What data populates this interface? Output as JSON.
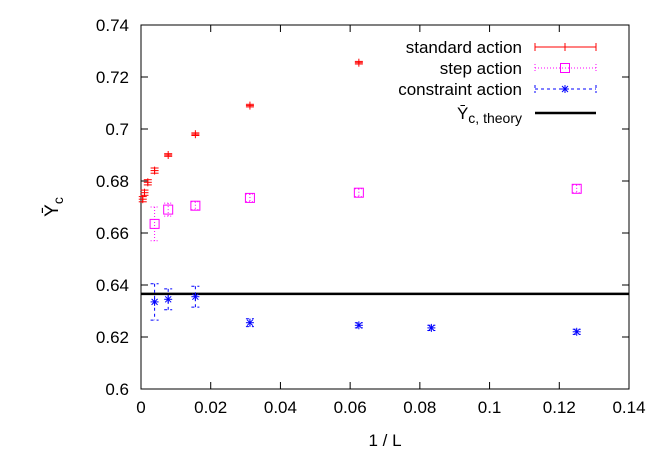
{
  "chart_data": {
    "type": "scatter",
    "xlabel": "1 / L",
    "ylabel": "Ῡc",
    "xlim": [
      0,
      0.14
    ],
    "ylim": [
      0.6,
      0.74
    ],
    "x_ticks": [
      "0",
      "0.02",
      "0.04",
      "0.06",
      "0.08",
      "0.1",
      "0.12",
      "0.14"
    ],
    "y_ticks": [
      "0.6",
      "0.62",
      "0.64",
      "0.66",
      "0.68",
      "0.7",
      "0.72",
      "0.74"
    ],
    "x_tick_values": [
      0,
      0.02,
      0.04,
      0.06,
      0.08,
      0.1,
      0.12,
      0.14
    ],
    "y_tick_values": [
      0.6,
      0.62,
      0.64,
      0.66,
      0.68,
      0.7,
      0.72,
      0.74
    ],
    "grid": false,
    "legend_position": "top-right",
    "series": [
      {
        "name": "standard action",
        "color": "#ff0000",
        "marker": "plus",
        "points": [
          {
            "x": 0.0005,
            "y": 0.673,
            "err": 0.001
          },
          {
            "x": 0.001,
            "y": 0.6755,
            "err": 0.001
          },
          {
            "x": 0.00195,
            "y": 0.6795,
            "err": 0.001
          },
          {
            "x": 0.0039,
            "y": 0.684,
            "err": 0.001
          },
          {
            "x": 0.0078,
            "y": 0.69,
            "err": 0.0005
          },
          {
            "x": 0.0156,
            "y": 0.698,
            "err": 0.0005
          },
          {
            "x": 0.03125,
            "y": 0.709,
            "err": 0.0005
          },
          {
            "x": 0.0625,
            "y": 0.7255,
            "err": 0.0005
          }
        ]
      },
      {
        "name": "step action",
        "color": "#ff00ff",
        "marker": "square",
        "points": [
          {
            "x": 0.0039,
            "y": 0.6635,
            "err": 0.0065
          },
          {
            "x": 0.0078,
            "y": 0.669,
            "err": 0.0025
          },
          {
            "x": 0.0156,
            "y": 0.6705,
            "err": 0.0015
          },
          {
            "x": 0.03125,
            "y": 0.6735,
            "err": 0.0015
          },
          {
            "x": 0.0625,
            "y": 0.6755,
            "err": 0.0015
          },
          {
            "x": 0.125,
            "y": 0.677,
            "err": 0.0015
          }
        ]
      },
      {
        "name": "constraint action",
        "color": "#0000ff",
        "marker": "star",
        "points": [
          {
            "x": 0.0039,
            "y": 0.6335,
            "err": 0.007
          },
          {
            "x": 0.0078,
            "y": 0.6345,
            "err": 0.004
          },
          {
            "x": 0.0156,
            "y": 0.6355,
            "err": 0.004
          },
          {
            "x": 0.03125,
            "y": 0.6255,
            "err": 0.0015
          },
          {
            "x": 0.0625,
            "y": 0.6245,
            "err": 0.001
          },
          {
            "x": 0.0833,
            "y": 0.6235,
            "err": 0.001
          },
          {
            "x": 0.125,
            "y": 0.622,
            "err": 0.001
          }
        ]
      }
    ],
    "reference_line": {
      "name": "Ῡc, theory",
      "y": 0.6366,
      "color": "#000000"
    }
  }
}
